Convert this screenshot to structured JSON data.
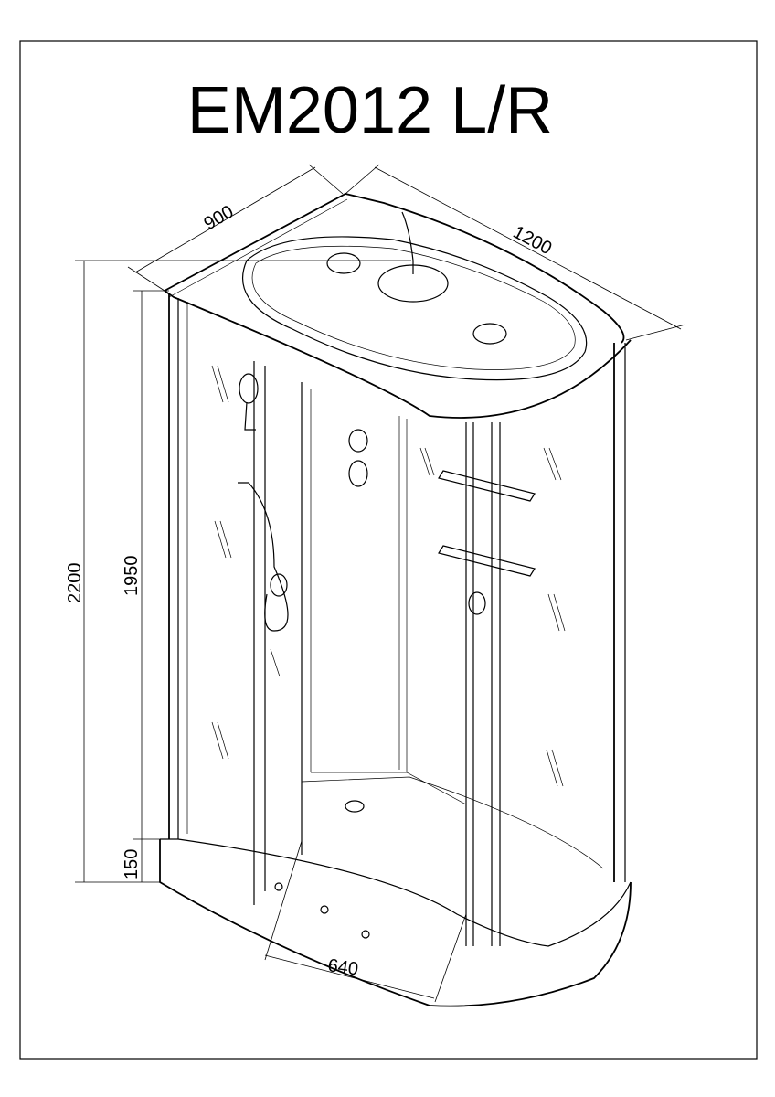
{
  "title": "EM2012 L/R",
  "dimensions": {
    "depth": "900",
    "width": "1200",
    "total_height": "2200",
    "cabin_height": "1950",
    "tray_height": "150",
    "door_opening": "640"
  }
}
